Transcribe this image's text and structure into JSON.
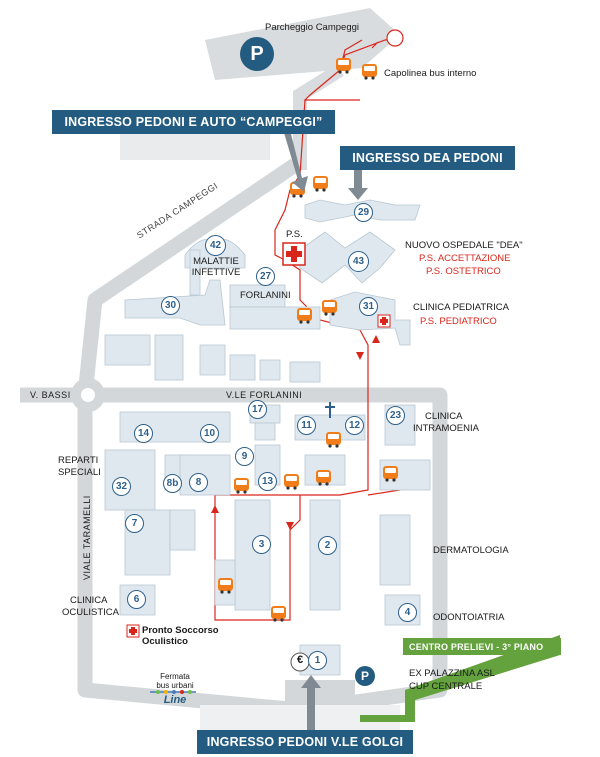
{
  "parking_top": "Parcheggio Campeggi",
  "capolinea": "Capolinea bus interno",
  "banners": {
    "campeggi": "INGRESSO PEDONI E AUTO “CAMPEGGI”",
    "dea": "INGRESSO DEA PEDONI",
    "golgi": "INGRESSO PEDONI V.LE GOLGI",
    "prelievi": "CENTRO PRELIEVI - 3° PIANO"
  },
  "roads": {
    "strada_campeggi": "STRADA CAMPEGGI",
    "v_bassi": "V. BASSI",
    "vle_forlanini": "V.LE FORLANINI",
    "viale_taramelli": "VIALE TARAMELLI"
  },
  "labels": {
    "ps": "P.S.",
    "nuovo_ospedale": "NUOVO OSPEDALE \"DEA\"",
    "ps_accettazione": "P.S. ACCETTAZIONE",
    "ps_ostetrico": "P.S. OSTETRICO",
    "malattie": "MALATTIE",
    "infettive": "INFETTIVE",
    "forlanini": "FORLANINI",
    "clinica_pediatrica": "CLINICA PEDIATRICA",
    "ps_pediatrico": "P.S. PEDIATRICO",
    "clinica": "CLINICA",
    "intramoenia": "INTRAMOENIA",
    "reparti": "REPARTI",
    "speciali": "SPECIALI",
    "dermatologia": "DERMATOLOGIA",
    "odontoiatria": "ODONTOIATRIA",
    "clinica_oculistica_1": "CLINICA",
    "clinica_oculistica_2": "OCULISTICA",
    "pronto_soccorso_1": "Pronto Soccorso",
    "pronto_soccorso_2": "Oculistico",
    "ex_palazzina": "EX PALAZZINA ASL",
    "cup_centrale": "CUP CENTRALE",
    "fermata_1": "Fermata",
    "fermata_2": "bus urbani",
    "line_logo": "Line"
  },
  "symbols": {
    "parking": "P",
    "euro": "€"
  },
  "numbers": {
    "n29": "29",
    "n42": "42",
    "n43": "43",
    "n27": "27",
    "n30": "30",
    "n31": "31",
    "n17": "17",
    "n11": "11",
    "n12": "12",
    "n23": "23",
    "n14": "14",
    "n10": "10",
    "n9": "9",
    "n32": "32",
    "n8b": "8b",
    "n8": "8",
    "n13": "13",
    "n7": "7",
    "n3": "3",
    "n2": "2",
    "n6": "6",
    "n4": "4",
    "n1": "1"
  }
}
